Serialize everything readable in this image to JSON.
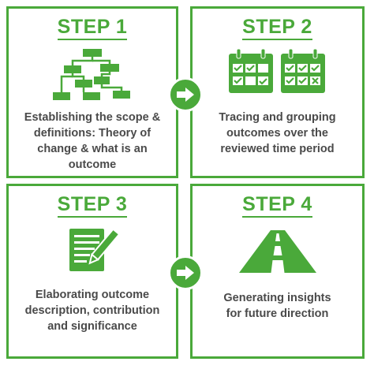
{
  "colors": {
    "accent": "#4aa93a",
    "text": "#4a4a4a"
  },
  "steps": [
    {
      "title": "STEP 1",
      "icon": "org-chart-icon",
      "lines": [
        "Establishing the scope &",
        "definitions: Theory of",
        "change & what is an",
        "outcome"
      ]
    },
    {
      "title": "STEP 2",
      "icon": "calendar-checklist-icon",
      "lines": [
        "Tracing and grouping",
        "outcomes over the",
        "reviewed time period"
      ]
    },
    {
      "title": "STEP 3",
      "icon": "document-pen-icon",
      "lines": [
        "Elaborating outcome",
        "description, contribution",
        "and significance"
      ]
    },
    {
      "title": "STEP 4",
      "icon": "road-icon",
      "lines": [
        "Generating insights",
        "for future direction"
      ]
    }
  ],
  "connectors": [
    "arrow-right-icon",
    "arrow-right-icon"
  ]
}
